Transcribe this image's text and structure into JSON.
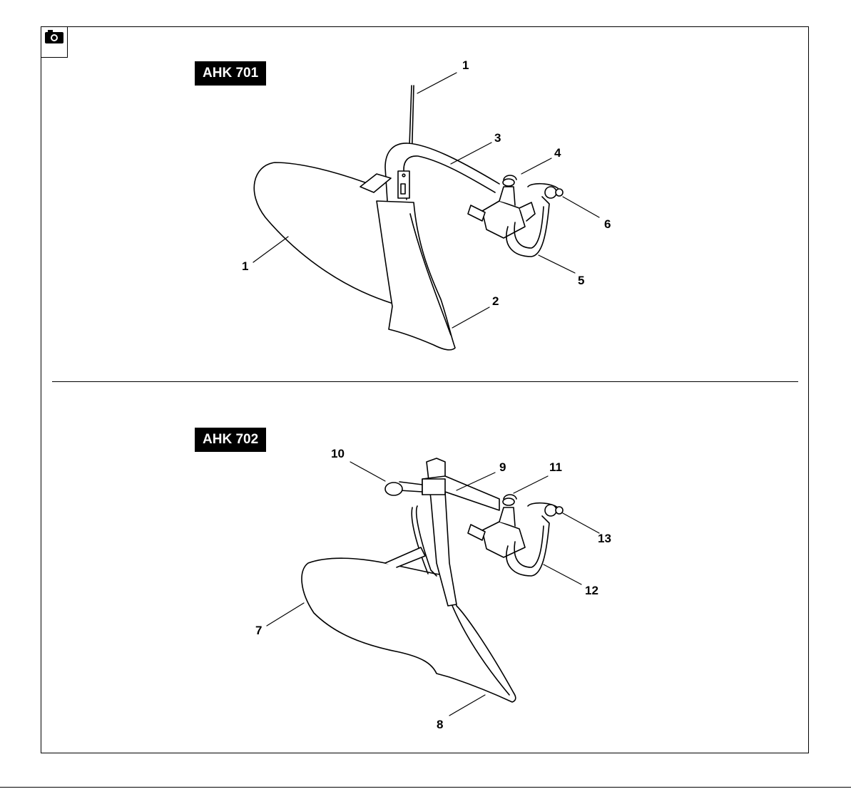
{
  "figure": {
    "top_panel": {
      "model_label": "AHK 701"
    },
    "bottom_panel": {
      "model_label": "AHK 702"
    },
    "callouts_top": {
      "c1a": "1",
      "c1b": "1",
      "c2": "2",
      "c3": "3",
      "c4": "4",
      "c5": "5",
      "c6": "6"
    },
    "callouts_bottom": {
      "c7": "7",
      "c8": "8",
      "c9": "9",
      "c10": "10",
      "c11": "11",
      "c12": "12",
      "c13": "13"
    },
    "icons": {
      "corner_icon": "camera-icon"
    },
    "colors": {
      "ink": "#000000",
      "paper": "#ffffff"
    }
  }
}
